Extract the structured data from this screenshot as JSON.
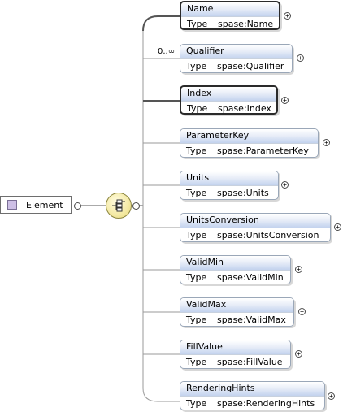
{
  "root": {
    "label": "Element"
  },
  "type_label": "Type",
  "children": [
    {
      "name": "Name",
      "type": "spase:Name",
      "required": true
    },
    {
      "name": "Qualifier",
      "type": "spase:Qualifier",
      "occurrence": "0..∞"
    },
    {
      "name": "Index",
      "type": "spase:Index",
      "required": true
    },
    {
      "name": "ParameterKey",
      "type": "spase:ParameterKey"
    },
    {
      "name": "Units",
      "type": "spase:Units"
    },
    {
      "name": "UnitsConversion",
      "type": "spase:UnitsConversion"
    },
    {
      "name": "ValidMin",
      "type": "spase:ValidMin"
    },
    {
      "name": "ValidMax",
      "type": "spase:ValidMax"
    },
    {
      "name": "FillValue",
      "type": "spase:FillValue"
    },
    {
      "name": "RenderingHints",
      "type": "spase:RenderingHints"
    }
  ],
  "icons": {
    "collapse": "minus-circle-icon",
    "expand": "plus-circle-icon",
    "sequence": "sequence-compositor-icon"
  },
  "colors": {
    "element_header": "#c3d2ee",
    "compositor": "#f4eaa4",
    "root_swatch": "#cdbfe6"
  }
}
